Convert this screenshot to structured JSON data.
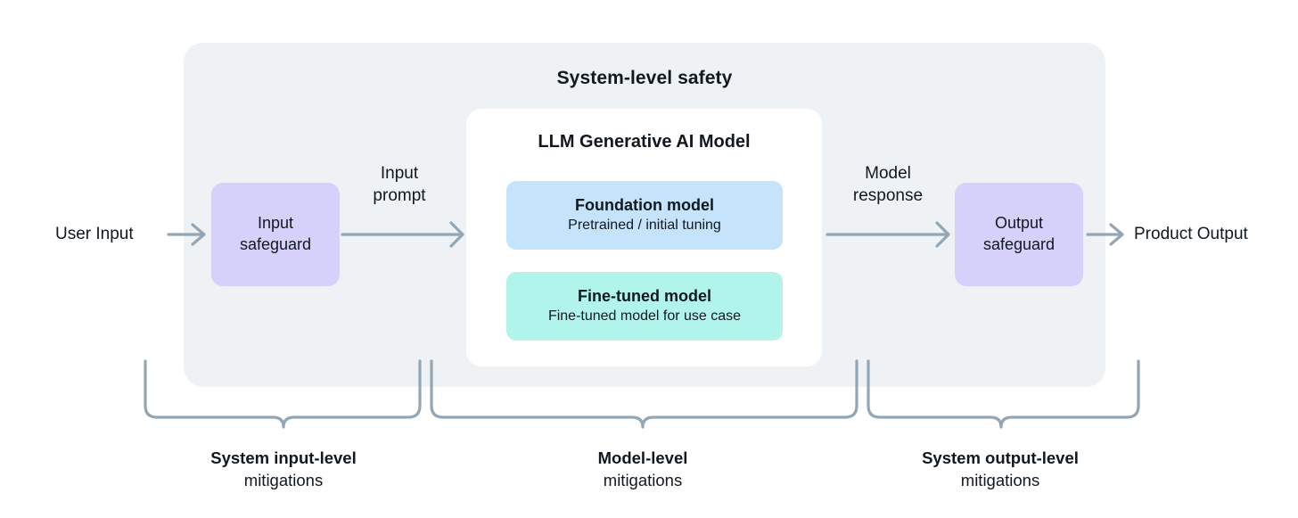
{
  "diagram": {
    "title": "System-level safety",
    "colors": {
      "container_bg": "#eef2f5",
      "card_bg": "#ffffff",
      "safeguard": "#d5d1fb",
      "foundation": "#c5e4fb",
      "finetuned": "#b0f4ec",
      "arrow": "#93a6b6",
      "text": "#101820"
    },
    "endpoints": {
      "input": "User Input",
      "output": "Product Output"
    },
    "safeguards": {
      "input": "Input safeguard",
      "output": "Output safeguard"
    },
    "edge_labels": {
      "input_prompt": "Input prompt",
      "model_response": "Model response"
    },
    "model_card": {
      "title": "LLM Generative AI Model",
      "boxes": [
        {
          "title": "Foundation model",
          "subtitle": "Pretrained / initial tuning"
        },
        {
          "title": "Fine-tuned model",
          "subtitle": "Fine-tuned model for use case"
        }
      ]
    },
    "mitigations": [
      {
        "title": "System input-level",
        "subtitle": "mitigations"
      },
      {
        "title": "Model-level",
        "subtitle": "mitigations"
      },
      {
        "title": "System output-level",
        "subtitle": "mitigations"
      }
    ]
  }
}
